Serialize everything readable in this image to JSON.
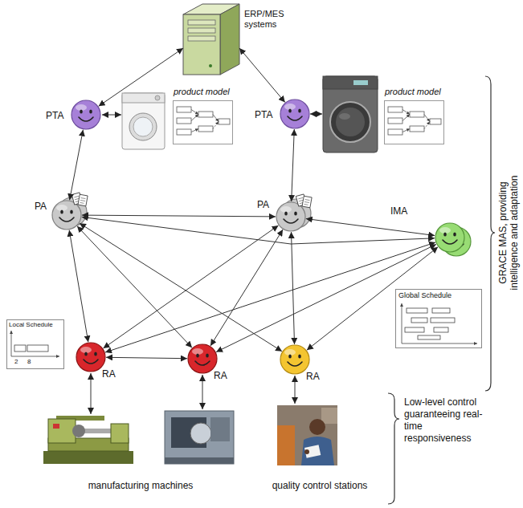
{
  "diagram": {
    "nodes": [
      {
        "text": [
          "ERP/MES systems"
        ]
      },
      {
        "text": [
          "PTA"
        ]
      },
      {
        "text": [
          "product model"
        ]
      },
      {
        "text": [
          "PTA"
        ]
      },
      {
        "text": [
          "product model"
        ]
      },
      {
        "text": [
          "PA"
        ]
      },
      {
        "text": [
          "PA"
        ]
      },
      {
        "text": [
          "IMA"
        ]
      },
      {
        "text": [
          "Global Schedule"
        ]
      },
      {
        "text": [
          "Local Schedule",
          "2",
          "8"
        ]
      },
      {
        "text": [
          "RA"
        ]
      },
      {
        "text": [
          "RA"
        ]
      },
      {
        "text": [
          "RA"
        ]
      }
    ],
    "edges": [
      {
        "from": 1,
        "to": 0,
        "arrow": "both"
      },
      {
        "from": 3,
        "to": 0,
        "arrow": "both"
      },
      {
        "from": 1,
        "to": 5,
        "arrow": "both"
      },
      {
        "from": 3,
        "to": 6,
        "arrow": "both"
      },
      {
        "from": 5,
        "to": 6,
        "arrow": "both"
      },
      {
        "from": 5,
        "to": 7,
        "arrow": "both"
      },
      {
        "from": 6,
        "to": 7,
        "arrow": "both"
      },
      {
        "from": 5,
        "to": 10,
        "arrow": "both"
      },
      {
        "from": 5,
        "to": 11,
        "arrow": "both"
      },
      {
        "from": 5,
        "to": 12,
        "arrow": "both"
      },
      {
        "from": 6,
        "to": 10,
        "arrow": "both"
      },
      {
        "from": 6,
        "to": 11,
        "arrow": "both"
      },
      {
        "from": 6,
        "to": 12,
        "arrow": "both"
      },
      {
        "from": 7,
        "to": 10,
        "arrow": "both"
      },
      {
        "from": 7,
        "to": 11,
        "arrow": "both"
      },
      {
        "from": 7,
        "to": 12,
        "arrow": "both"
      },
      {
        "from": 10,
        "to": 11,
        "arrow": "both"
      }
    ],
    "labels": [
      "manufacturing machines",
      "quality control stations",
      "GRACE MAS, providing intelligence and adaptation",
      "Low-level control guaranteeing real-time responsiveness"
    ]
  }
}
